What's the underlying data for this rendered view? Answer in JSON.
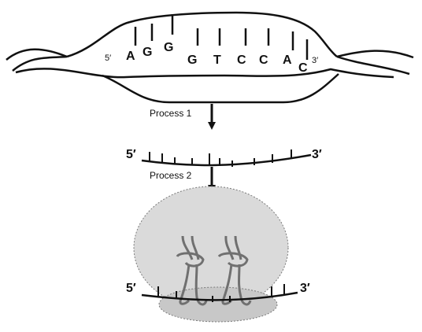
{
  "bubble": {
    "bases": [
      "A",
      "G",
      "G",
      "G",
      "T",
      "C",
      "C",
      "A",
      "C"
    ],
    "end_left": "5′",
    "end_right": "3′"
  },
  "processes": {
    "process1_label": "Process 1",
    "process2_label": "Process 2"
  },
  "mrna": {
    "end_left": "5′",
    "end_right": "3′"
  },
  "ribosome": {
    "end_left": "5′",
    "end_right": "3′"
  }
}
